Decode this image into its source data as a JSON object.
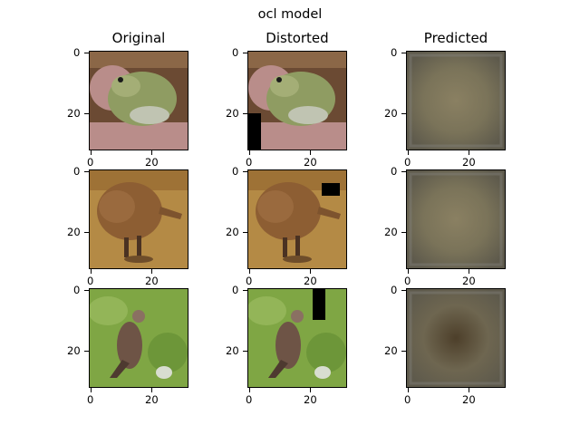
{
  "figure": {
    "suptitle": "ocl model"
  },
  "columns": [
    {
      "title": "Original"
    },
    {
      "title": "Distorted"
    },
    {
      "title": "Predicted"
    }
  ],
  "axes": {
    "x_ticks": [
      "0",
      "20"
    ],
    "y_ticks": [
      "0",
      "20"
    ]
  },
  "rows": [
    {
      "subject": "frog",
      "occlusion": {
        "x": 0,
        "y": 20,
        "w": 4,
        "h": 12
      }
    },
    {
      "subject": "kiwi bird",
      "occlusion": {
        "x": 24,
        "y": 4,
        "w": 6,
        "h": 4
      }
    },
    {
      "subject": "hawk",
      "occlusion": {
        "x": 21,
        "y": 0,
        "w": 4,
        "h": 10
      }
    }
  ],
  "colors": {
    "frog_bg": "#6b4a33",
    "frog_body": "#8f9c62",
    "frog_hand": "#b98d8a",
    "kiwi_bg": "#b48a45",
    "kiwi_body": "#8d5e33",
    "hawk_bg": "#7fa644",
    "hawk_body": "#6e5446",
    "pred_frame": "#5e5a4c",
    "pred_center": "#8a8062"
  }
}
